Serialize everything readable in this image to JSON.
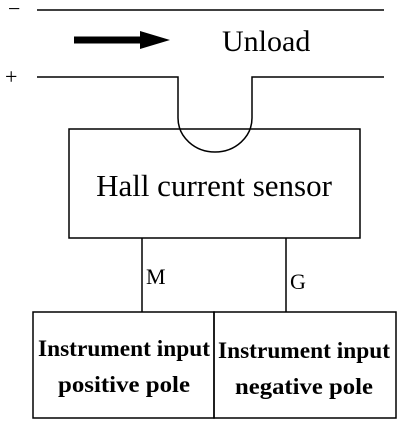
{
  "rails": {
    "negative_symbol": "−",
    "positive_symbol": "+"
  },
  "flow": {
    "label": "Unload",
    "arrow_icon": "right-arrow-icon"
  },
  "sensor": {
    "label": "Hall current sensor"
  },
  "pins": {
    "m_label": "M",
    "g_label": "G"
  },
  "instrument": {
    "positive_line1": "Instrument input",
    "positive_line2": "positive pole",
    "negative_line1": "Instrument input",
    "negative_line2": "negative pole"
  },
  "colors": {
    "line": "#000000",
    "background": "#ffffff"
  }
}
